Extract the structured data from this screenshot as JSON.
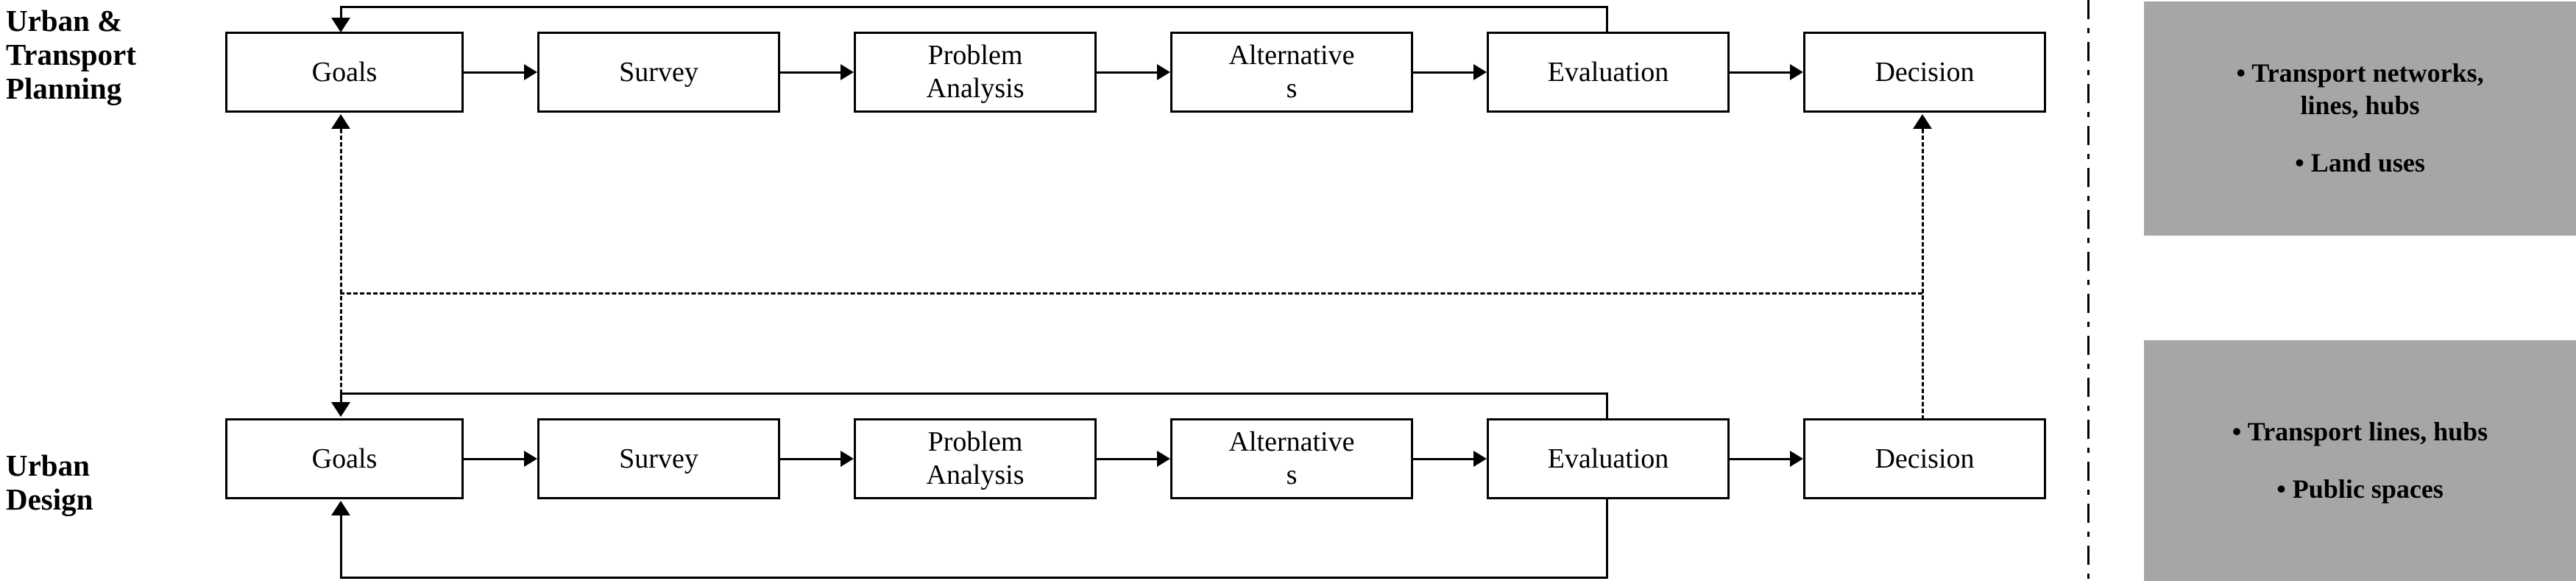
{
  "diagram": {
    "title": "Urban & Transport Planning and Urban Design process comparison",
    "colors": {
      "line": "#000000",
      "box_fill": "#ffffff",
      "panel_fill": "#a6a6a6"
    },
    "rows": [
      {
        "id": "urban-transport-planning",
        "label": "Urban &\nTransport\nPlanning",
        "steps": [
          {
            "id": "goals",
            "label": "Goals"
          },
          {
            "id": "survey",
            "label": "Survey"
          },
          {
            "id": "problem-analysis",
            "label": "Problem\nAnalysis"
          },
          {
            "id": "alternatives",
            "label": "Alternative\ns"
          },
          {
            "id": "evaluation",
            "label": "Evaluation"
          },
          {
            "id": "decision",
            "label": "Decision"
          }
        ]
      },
      {
        "id": "urban-design",
        "label": "Urban\nDesign",
        "steps": [
          {
            "id": "goals",
            "label": "Goals"
          },
          {
            "id": "survey",
            "label": "Survey"
          },
          {
            "id": "problem-analysis",
            "label": "Problem\nAnalysis"
          },
          {
            "id": "alternatives",
            "label": "Alternative\ns"
          },
          {
            "id": "evaluation",
            "label": "Evaluation"
          },
          {
            "id": "decision",
            "label": "Decision"
          }
        ]
      }
    ],
    "notes": [
      {
        "id": "planning-scope",
        "items": [
          "• Transport networks,\nlines, hubs",
          "• Land uses"
        ]
      },
      {
        "id": "design-scope",
        "items": [
          "• Transport lines, hubs",
          "• Public spaces"
        ]
      }
    ]
  }
}
